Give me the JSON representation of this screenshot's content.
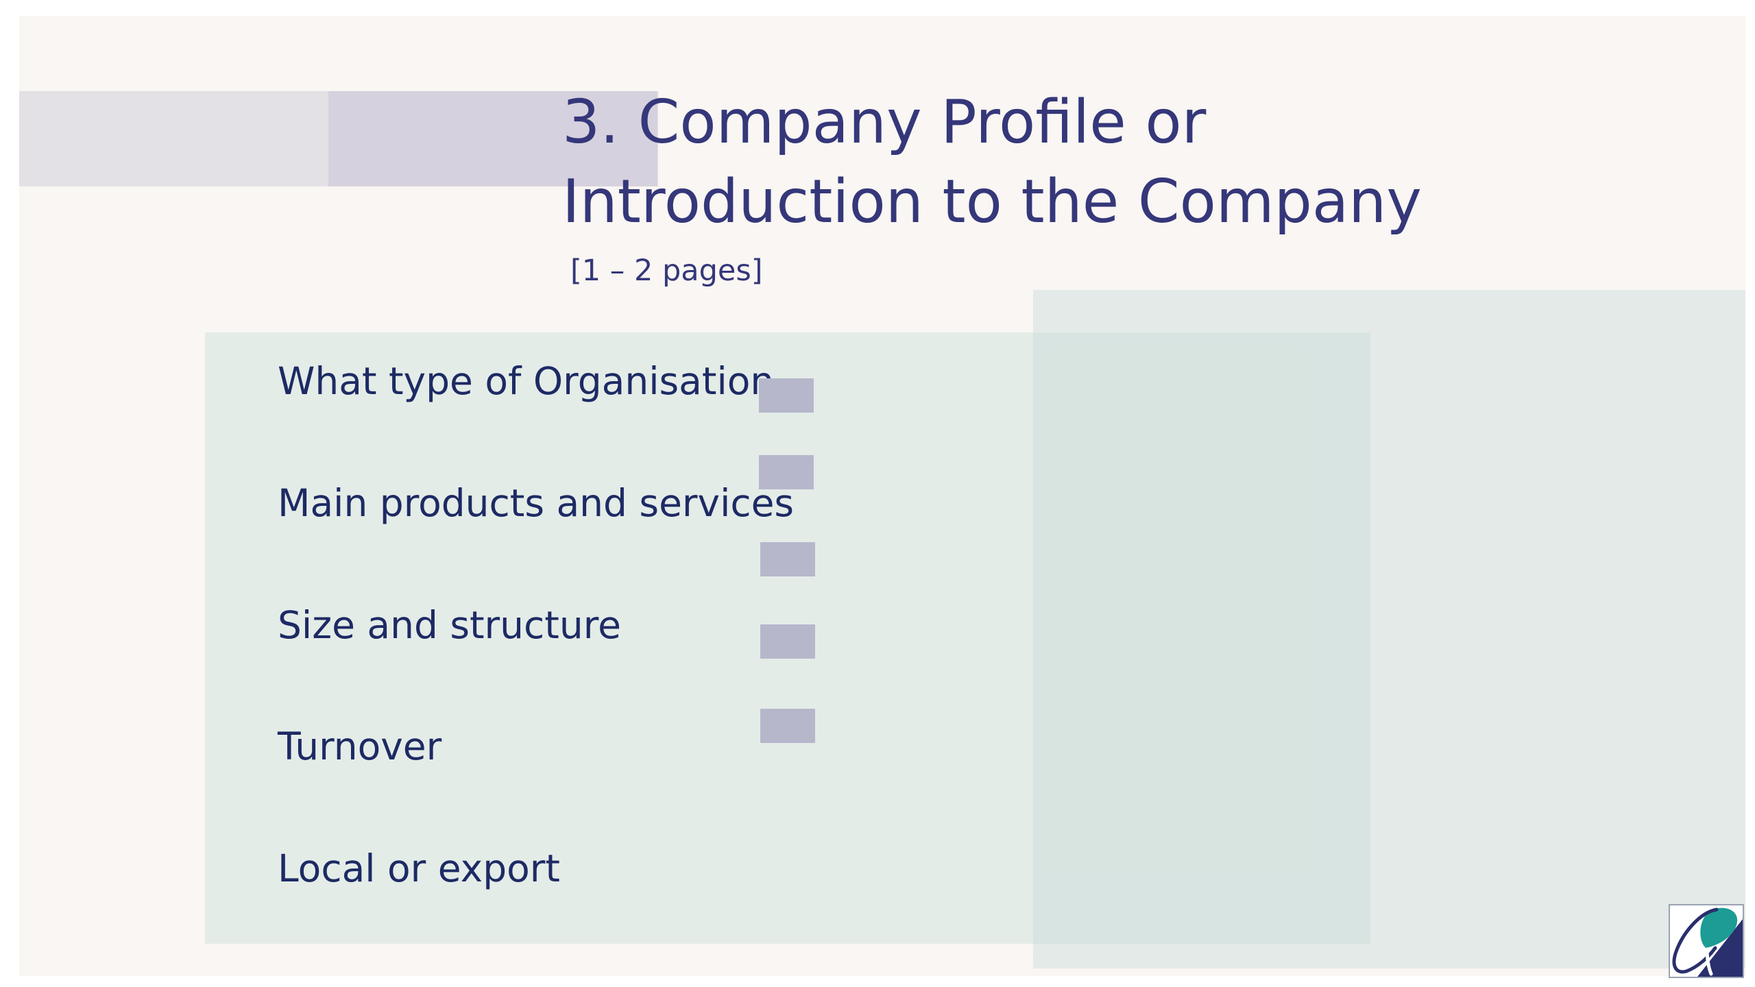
{
  "slide": {
    "title_line1": "3. Company Profile or",
    "title_line2": "Introduction to the Company",
    "subtitle": "[1 – 2 pages]",
    "items": [
      "What type of Organisation",
      "Main products and services",
      "Size and structure",
      "Turnover",
      "Local or export"
    ]
  },
  "logo": {
    "icon": "company-logo-icon"
  },
  "colors": {
    "title": "#35377a",
    "item_text": "#1d2a64",
    "slide_bg": "#f9f6f3",
    "panel": "#e4ece8",
    "marker": "#b6b7cb",
    "logo_teal": "#1c9c94",
    "logo_navy": "#2a2f6d"
  }
}
